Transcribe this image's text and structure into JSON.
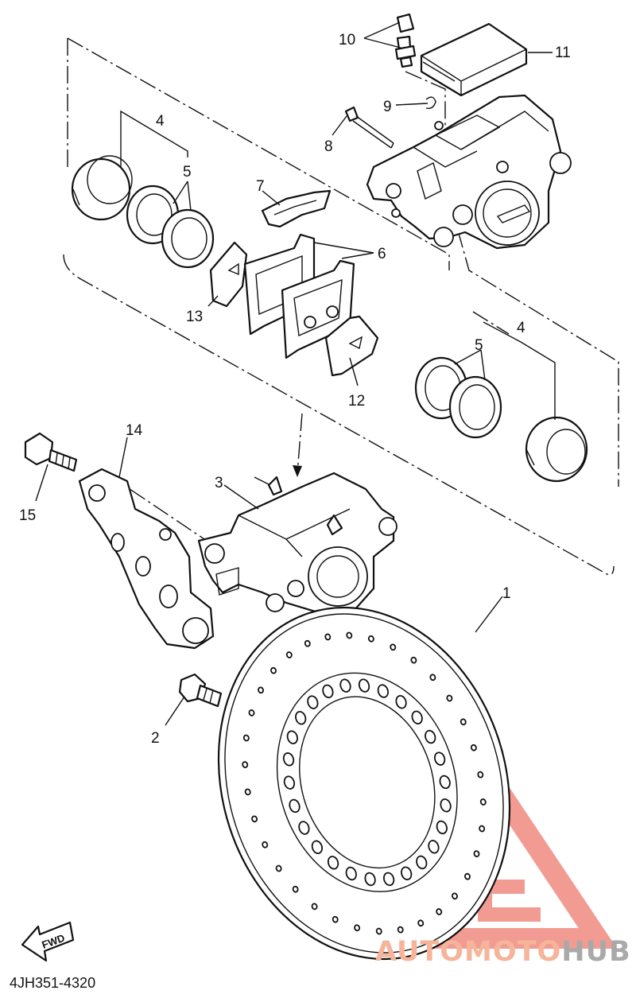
{
  "diagram": {
    "drawing_code": "4JH351-4320",
    "direction_label": "FWD",
    "callouts": [
      "1",
      "2",
      "3",
      "4",
      "4",
      "5",
      "5",
      "6",
      "7",
      "8",
      "9",
      "10",
      "11",
      "12",
      "13",
      "14",
      "15"
    ]
  },
  "watermark": {
    "brand_part1": "AUTOMOTO",
    "brand_part2": "HUB",
    "color_part1": "#f6b59a",
    "color_part2": "#a9a9a9",
    "logo_color": "#f08a80"
  },
  "colors": {
    "line": "#111111",
    "background": "#ffffff"
  }
}
